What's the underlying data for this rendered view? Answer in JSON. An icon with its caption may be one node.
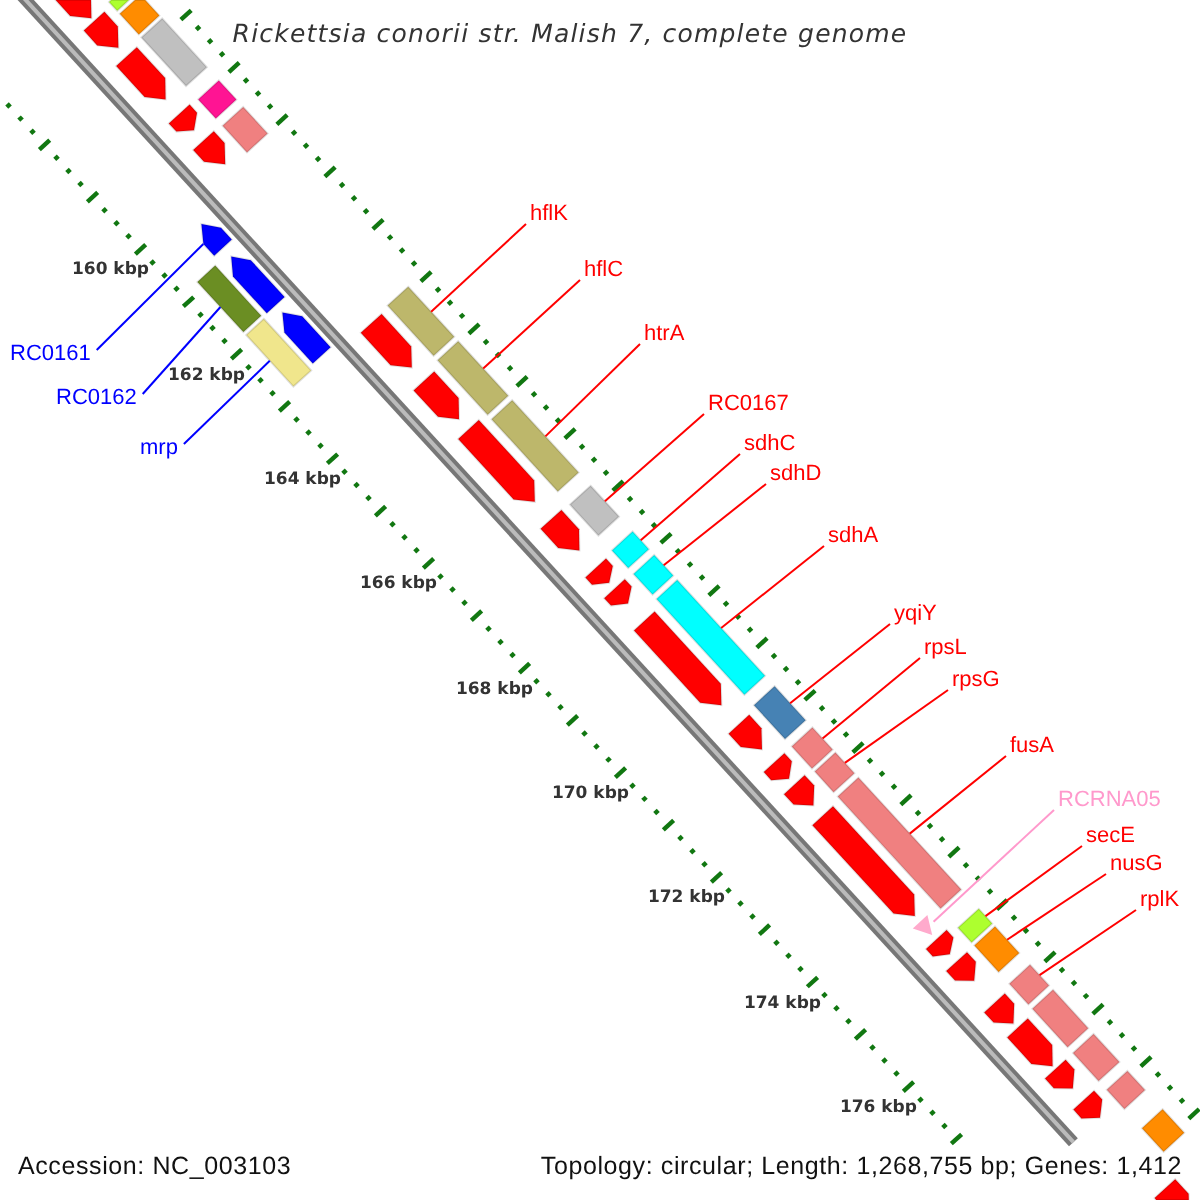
{
  "diagram": {
    "title": "Rickettsia conorii str. Malish 7, complete genome",
    "nodes": [
      {
        "text": [
          "RC0161"
        ]
      },
      {
        "text": [],
        "shape": "arrow"
      },
      {
        "text": [
          "RC0162"
        ]
      },
      {
        "text": [],
        "shape": "bar"
      },
      {
        "text": [
          "mrp"
        ]
      },
      {
        "text": [],
        "shape": "bar"
      },
      {
        "text": [
          "hflK"
        ]
      },
      {
        "text": [],
        "shape": "bar"
      },
      {
        "text": [
          "hflC"
        ]
      },
      {
        "text": [],
        "shape": "bar"
      },
      {
        "text": [
          "htrA"
        ]
      },
      {
        "text": [],
        "shape": "bar"
      },
      {
        "text": [
          "RC0167"
        ]
      },
      {
        "text": [],
        "shape": "bar"
      },
      {
        "text": [
          "sdhC"
        ]
      },
      {
        "text": [],
        "shape": "bar"
      },
      {
        "text": [
          "sdhD"
        ]
      },
      {
        "text": [],
        "shape": "bar"
      },
      {
        "text": [
          "sdhA"
        ]
      },
      {
        "text": [],
        "shape": "bar"
      },
      {
        "text": [
          "yqiY"
        ]
      },
      {
        "text": [],
        "shape": "bar"
      },
      {
        "text": [
          "rpsL"
        ]
      },
      {
        "text": [],
        "shape": "bar"
      },
      {
        "text": [
          "rpsG"
        ]
      },
      {
        "text": [],
        "shape": "bar"
      },
      {
        "text": [
          "fusA"
        ]
      },
      {
        "text": [],
        "shape": "bar"
      },
      {
        "text": [
          "RCRNA05"
        ]
      },
      {
        "text": [],
        "shape": "triangle"
      },
      {
        "text": [
          "secE"
        ]
      },
      {
        "text": [],
        "shape": "bar"
      },
      {
        "text": [
          "nusG"
        ]
      },
      {
        "text": [],
        "shape": "bar"
      },
      {
        "text": [
          "rplK"
        ]
      },
      {
        "text": [],
        "shape": "bar"
      },
      {
        "text": [],
        "shape": "arrow"
      },
      {
        "text": [],
        "shape": "arrow"
      },
      {
        "text": [],
        "shape": "arrow"
      },
      {
        "text": [],
        "shape": "arrow"
      },
      {
        "text": [],
        "shape": "arrow"
      },
      {
        "text": [],
        "shape": "bar"
      },
      {
        "text": [],
        "shape": "bar"
      },
      {
        "text": [],
        "shape": "bar"
      },
      {
        "text": [],
        "shape": "bar"
      },
      {
        "text": [],
        "shape": "bar"
      },
      {
        "text": [],
        "shape": "arrow"
      },
      {
        "text": [],
        "shape": "arrow"
      },
      {
        "text": [],
        "shape": "arrow"
      },
      {
        "text": [],
        "shape": "arrow"
      },
      {
        "text": [],
        "shape": "arrow"
      },
      {
        "text": [],
        "shape": "arrow"
      },
      {
        "text": [],
        "shape": "arrow"
      },
      {
        "text": [],
        "shape": "arrow"
      },
      {
        "text": [],
        "shape": "arrow"
      },
      {
        "text": [],
        "shape": "arrow"
      },
      {
        "text": [],
        "shape": "arrow"
      },
      {
        "text": [],
        "shape": "arrow"
      },
      {
        "text": [],
        "shape": "arrow"
      },
      {
        "text": [],
        "shape": "arrow"
      },
      {
        "text": [],
        "shape": "arrow"
      },
      {
        "text": [],
        "shape": "arrow"
      },
      {
        "text": [],
        "shape": "arrow"
      },
      {
        "text": [],
        "shape": "arrow"
      },
      {
        "text": [],
        "shape": "arrow"
      },
      {
        "text": [],
        "shape": "arrow"
      },
      {
        "text": [],
        "shape": "bar"
      },
      {
        "text": [],
        "shape": "bar"
      },
      {
        "text": [],
        "shape": "bar"
      },
      {
        "text": [],
        "shape": "bar"
      }
    ],
    "edges": [
      {
        "from": 0,
        "to": 1,
        "arrow": "none",
        "color": "#0000ff"
      },
      {
        "from": 2,
        "to": 3,
        "arrow": "none",
        "color": "#0000ff"
      },
      {
        "from": 4,
        "to": 5,
        "arrow": "none",
        "color": "#0000ff"
      },
      {
        "from": 6,
        "to": 7,
        "arrow": "none"
      },
      {
        "from": 8,
        "to": 9,
        "arrow": "none"
      },
      {
        "from": 10,
        "to": 11,
        "arrow": "none"
      },
      {
        "from": 12,
        "to": 13,
        "arrow": "none"
      },
      {
        "from": 14,
        "to": 15,
        "arrow": "none"
      },
      {
        "from": 16,
        "to": 17,
        "arrow": "none"
      },
      {
        "from": 18,
        "to": 19,
        "arrow": "none"
      },
      {
        "from": 20,
        "to": 21,
        "arrow": "none"
      },
      {
        "from": 22,
        "to": 23,
        "arrow": "none"
      },
      {
        "from": 24,
        "to": 25,
        "arrow": "none"
      },
      {
        "from": 26,
        "to": 27,
        "arrow": "none"
      },
      {
        "from": 28,
        "to": 29,
        "arrow": "none",
        "color": "#ff99cc"
      },
      {
        "from": 30,
        "to": 31,
        "arrow": "none"
      },
      {
        "from": 32,
        "to": 33,
        "arrow": "none"
      },
      {
        "from": 34,
        "to": 35,
        "arrow": "none"
      }
    ],
    "labels": [
      "160 kbp",
      "162 kbp",
      "164 kbp",
      "166 kbp",
      "168 kbp",
      "170 kbp",
      "172 kbp",
      "174 kbp",
      "176 kbp",
      "Accession: NC_003103",
      "Topology: circular; Length: 1,268,755 bp; Genes: 1,412"
    ]
  }
}
